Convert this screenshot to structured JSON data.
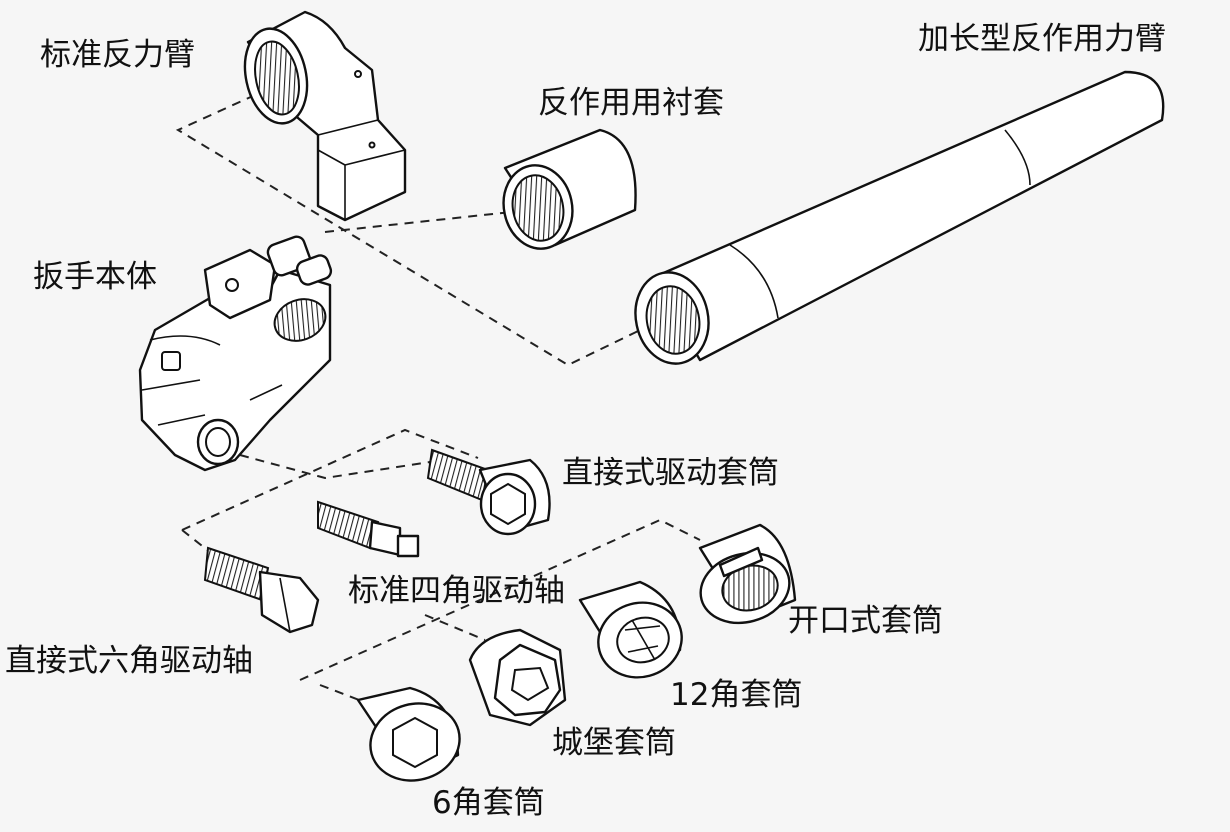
{
  "labels": {
    "standard_reaction_arm": "标准反力臂",
    "extended_reaction_arm": "加长型反作用力臂",
    "reaction_sleeve": "反作用用衬套",
    "wrench_body": "扳手本体",
    "direct_drive_socket": "直接式驱动套筒",
    "standard_square_drive": "标准四角驱动轴",
    "direct_hex_drive": "直接式六角驱动轴",
    "open_socket": "开口式套筒",
    "socket_12pt": "12角套筒",
    "castle_socket": "城堡套筒",
    "socket_6pt": "6角套筒"
  }
}
